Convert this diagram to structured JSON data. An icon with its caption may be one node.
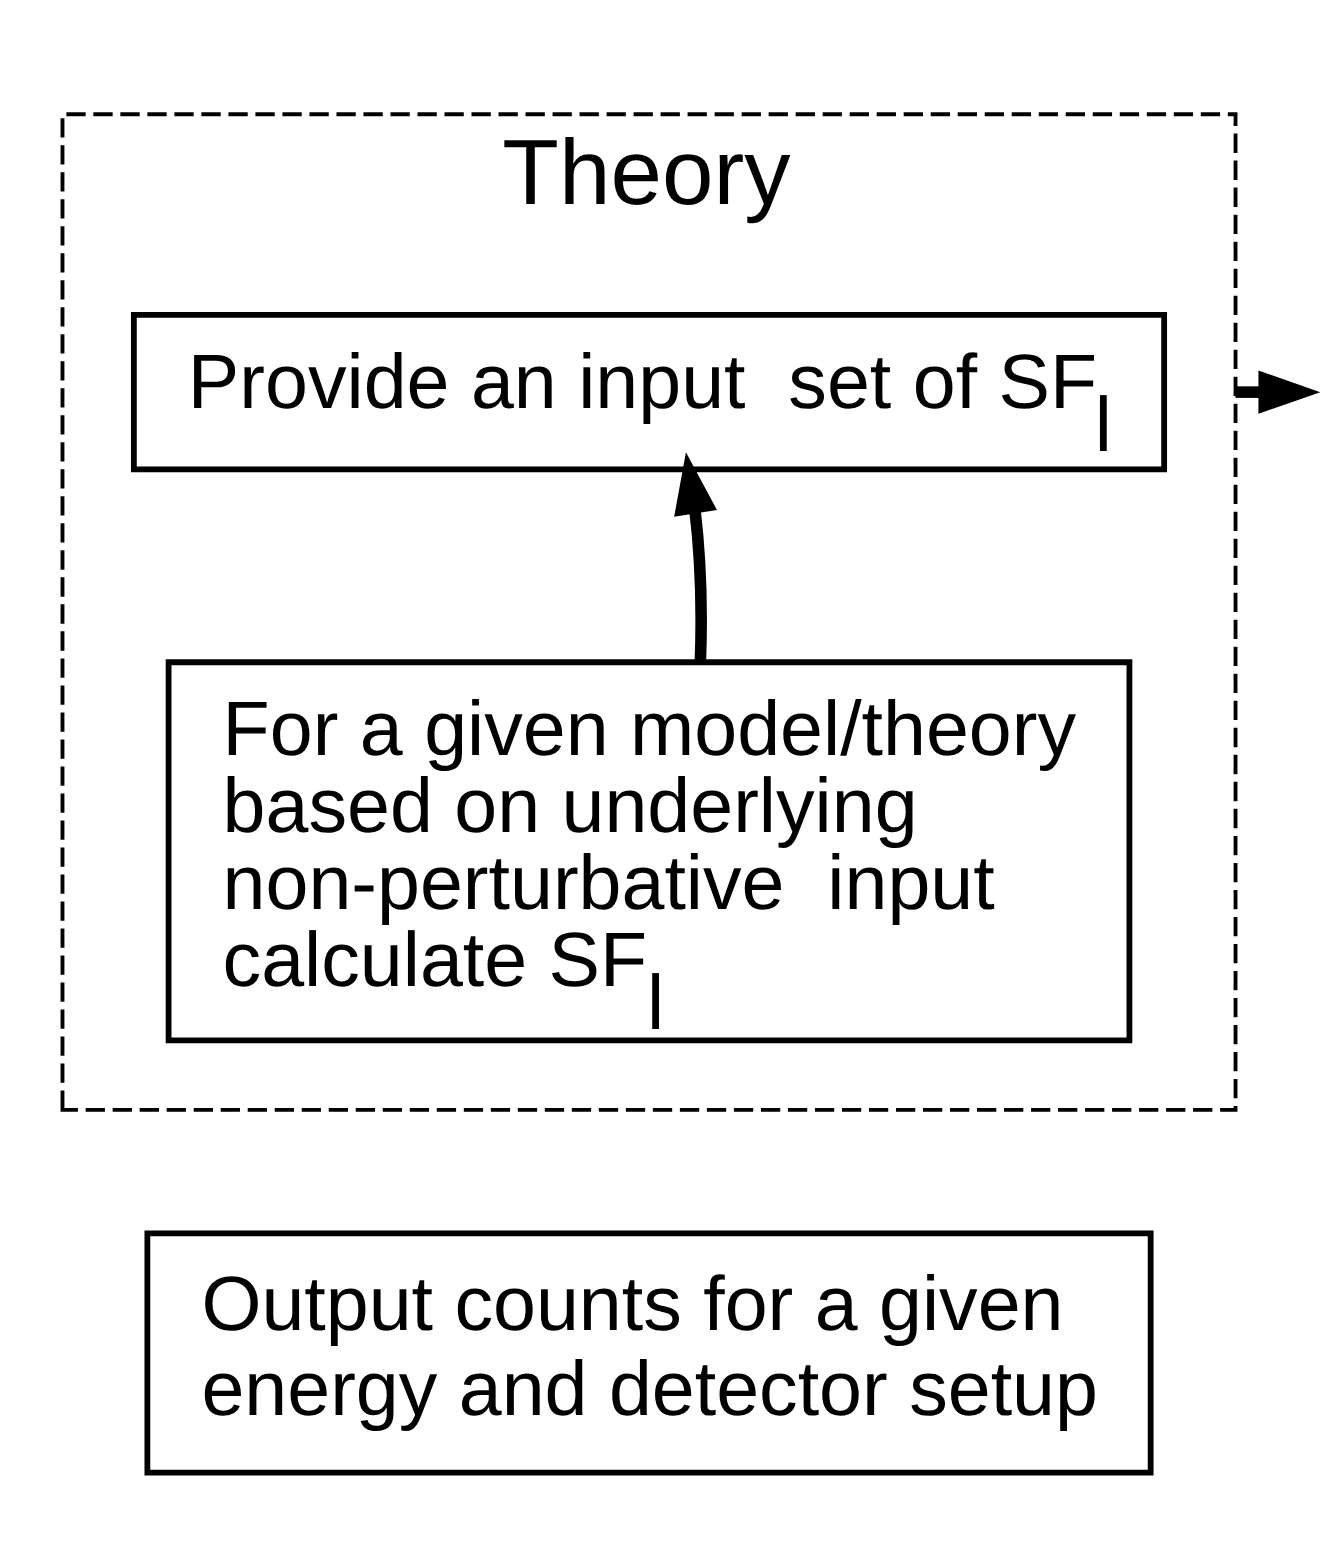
{
  "diagram": {
    "nodes": [
      {
        "text": [
          "Theory"
        ]
      },
      {
        "text": [
          "Provide an input  set of SF$_{l}$"
        ],
        "in": 0
      },
      {
        "text": [
          "For a given model/theory based on underlying non-perturbative  input calculate SF$_{l}$"
        ],
        "in": 0
      },
      {
        "text": [
          "Output counts for a given energy and detector setup"
        ]
      }
    ],
    "edges": [
      {
        "from": 2,
        "to": 1,
        "arrow": "to"
      },
      {
        "from": 0,
        "to": null,
        "arrow": "to"
      }
    ]
  }
}
